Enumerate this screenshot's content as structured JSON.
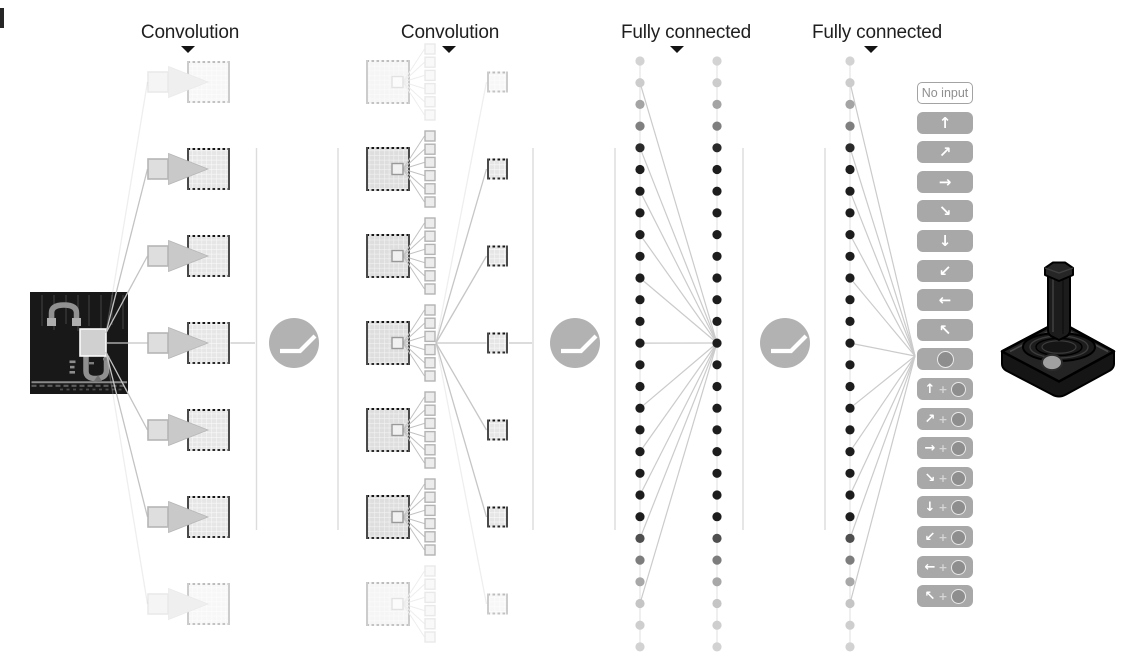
{
  "stage_labels": [
    {
      "text": "Convolution"
    },
    {
      "text": "Convolution"
    },
    {
      "text": "Fully connected"
    },
    {
      "text": "Fully connected"
    }
  ],
  "plus": "+",
  "output_actions": [
    {
      "kind": "none",
      "name": "no-input",
      "label": "No input"
    },
    {
      "kind": "move",
      "name": "up",
      "glyph": "↑"
    },
    {
      "kind": "move",
      "name": "up-right",
      "glyph": "↗"
    },
    {
      "kind": "move",
      "name": "right",
      "glyph": "→"
    },
    {
      "kind": "move",
      "name": "down-right",
      "glyph": "↘"
    },
    {
      "kind": "move",
      "name": "down",
      "glyph": "↓"
    },
    {
      "kind": "move",
      "name": "down-left",
      "glyph": "↙"
    },
    {
      "kind": "move",
      "name": "left",
      "glyph": "←"
    },
    {
      "kind": "move",
      "name": "up-left",
      "glyph": "↖"
    },
    {
      "kind": "fire",
      "name": "fire",
      "glyph": "●"
    },
    {
      "kind": "move-fire",
      "name": "up-fire",
      "glyph": "↑"
    },
    {
      "kind": "move-fire",
      "name": "up-right-fire",
      "glyph": "↗"
    },
    {
      "kind": "move-fire",
      "name": "right-fire",
      "glyph": "→"
    },
    {
      "kind": "move-fire",
      "name": "down-right-fire",
      "glyph": "↘"
    },
    {
      "kind": "move-fire",
      "name": "down-fire",
      "glyph": "↓"
    },
    {
      "kind": "move-fire",
      "name": "down-left-fire",
      "glyph": "↙"
    },
    {
      "kind": "move-fire",
      "name": "left-fire",
      "glyph": "←"
    },
    {
      "kind": "move-fire",
      "name": "up-left-fire",
      "glyph": "↖"
    }
  ],
  "network": {
    "conv1_feature_maps": 7,
    "conv2_feature_maps": 7,
    "conv2_kernels_per_map": 6,
    "fc_units_per_column": 28,
    "fc_layer1_columns": 2,
    "fc_layer2_columns": 1,
    "faint_rows": [
      1,
      7
    ],
    "relu_symbol_count": 3
  },
  "colors": {
    "label_text": "#1f1f1f",
    "action_button_bg": "#a8a8a8",
    "arrow_color": "#ffffff",
    "no_input_text": "#8f8f8f",
    "fire_dot_fill": "#8e8e8e",
    "relu_circle": "#b2b2b2",
    "separator_line": "#dcdcdc",
    "fan_line": "#c6c6c6",
    "screen_bg": "#181818",
    "fc_dot_colors": [
      "#d3d3d3",
      "#cccccc",
      "#a4a4a4",
      "#7f7f7f",
      "#2a2a2a",
      "#1d1d1d",
      "#1d1d1d",
      "#1d1d1d",
      "#1d1d1d",
      "#1d1d1d",
      "#1d1d1d",
      "#1d1d1d",
      "#1d1d1d",
      "#1d1d1d",
      "#1d1d1d",
      "#1d1d1d",
      "#1d1d1d",
      "#1d1d1d",
      "#1d1d1d",
      "#1d1d1d",
      "#1d1d1d",
      "#1d1d1d",
      "#4f4f4f",
      "#7d7d7d",
      "#a8a8a8",
      "#c5c5c5",
      "#cecece",
      "#d2d2d2"
    ]
  }
}
